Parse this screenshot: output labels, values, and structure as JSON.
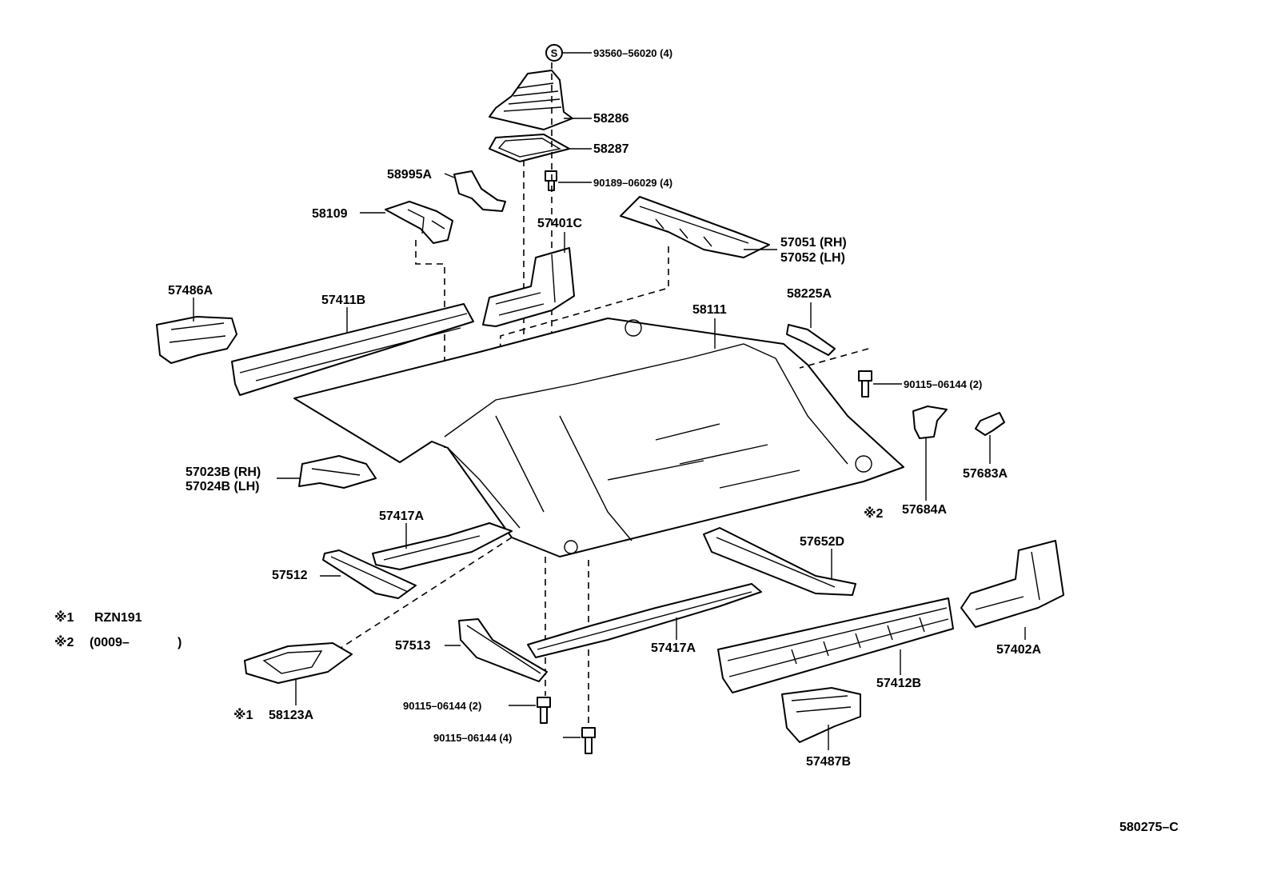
{
  "title": "",
  "drawing_code": "580275–C",
  "notes": [
    {
      "mark": "※1",
      "text": "RZN191"
    },
    {
      "mark": "※2",
      "text": "(0009–",
      "close": ")"
    }
  ],
  "parts": [
    {
      "id": "p93560",
      "label": "93560–56020 (4)"
    },
    {
      "id": "p58286",
      "label": "58286"
    },
    {
      "id": "p58287",
      "label": "58287"
    },
    {
      "id": "p90189",
      "label": "90189–06029 (4)"
    },
    {
      "id": "p58995A",
      "label": "58995A"
    },
    {
      "id": "p58109",
      "label": "58109"
    },
    {
      "id": "p57401C",
      "label": "57401C"
    },
    {
      "id": "p57051",
      "label": "57051 (RH)"
    },
    {
      "id": "p57052",
      "label": "57052 (LH)"
    },
    {
      "id": "p57486A",
      "label": "57486A"
    },
    {
      "id": "p57411B",
      "label": "57411B"
    },
    {
      "id": "p58111",
      "label": "58111"
    },
    {
      "id": "p58225A",
      "label": "58225A"
    },
    {
      "id": "p90115a",
      "label": "90115–06144 (2)"
    },
    {
      "id": "p57023B",
      "label": "57023B (RH)"
    },
    {
      "id": "p57024B",
      "label": "57024B (LH)"
    },
    {
      "id": "p57683A",
      "label": "57683A"
    },
    {
      "id": "p57684A",
      "label": "57684A"
    },
    {
      "id": "p57417Aa",
      "label": "57417A"
    },
    {
      "id": "p57652D",
      "label": "57652D"
    },
    {
      "id": "p57512",
      "label": "57512"
    },
    {
      "id": "p57513",
      "label": "57513"
    },
    {
      "id": "p57417Ab",
      "label": "57417A"
    },
    {
      "id": "p57402A",
      "label": "57402A"
    },
    {
      "id": "p57412B",
      "label": "57412B"
    },
    {
      "id": "p58123A",
      "label": "58123A"
    },
    {
      "id": "p90115b",
      "label": "90115–06144 (2)"
    },
    {
      "id": "p90115c",
      "label": "90115–06144 (4)"
    },
    {
      "id": "p57487B",
      "label": "57487B"
    }
  ],
  "marks": {
    "s_symbol": "S",
    "m1_at_58123A": "※1",
    "m2_at_57684A": "※2"
  }
}
